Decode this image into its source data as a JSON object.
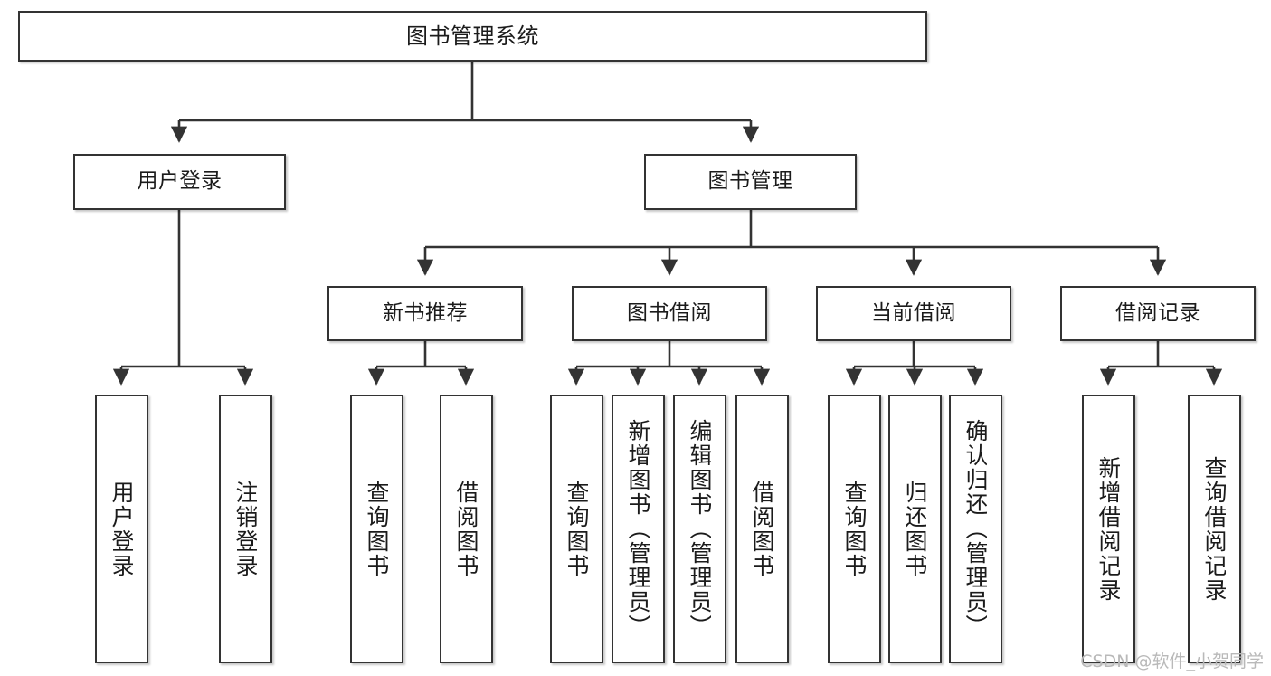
{
  "diagram": {
    "type": "tree",
    "title": "图书管理系统",
    "orientation": "top-down",
    "edge_color": "#333333",
    "node_border_color": "#333333",
    "node_fill_color": "#ffffff",
    "levels": 4
  },
  "nodes": {
    "root": {
      "label": "图书管理系统"
    },
    "level2": [
      {
        "label": "用户登录"
      },
      {
        "label": "图书管理"
      }
    ],
    "level3": [
      {
        "label": "新书推荐"
      },
      {
        "label": "图书借阅"
      },
      {
        "label": "当前借阅"
      },
      {
        "label": "借阅记录"
      }
    ],
    "leaves": {
      "user_login": [
        {
          "label": "用户登录"
        },
        {
          "label": "注销登录"
        }
      ],
      "new_book": [
        {
          "label": "查询图书"
        },
        {
          "label": "借阅图书"
        }
      ],
      "book_borrow": [
        {
          "label": "查询图书"
        },
        {
          "label": "新增图书（管理员）"
        },
        {
          "label": "编辑图书（管理员）"
        },
        {
          "label": "借阅图书"
        }
      ],
      "current_borrow": [
        {
          "label": "查询图书"
        },
        {
          "label": "归还图书"
        },
        {
          "label": "确认归还（管理员）"
        }
      ],
      "borrow_record": [
        {
          "label": "新增借阅记录"
        },
        {
          "label": "查询借阅记录"
        }
      ]
    }
  },
  "watermark": {
    "text": "CSDN @软件_小贺同学"
  }
}
